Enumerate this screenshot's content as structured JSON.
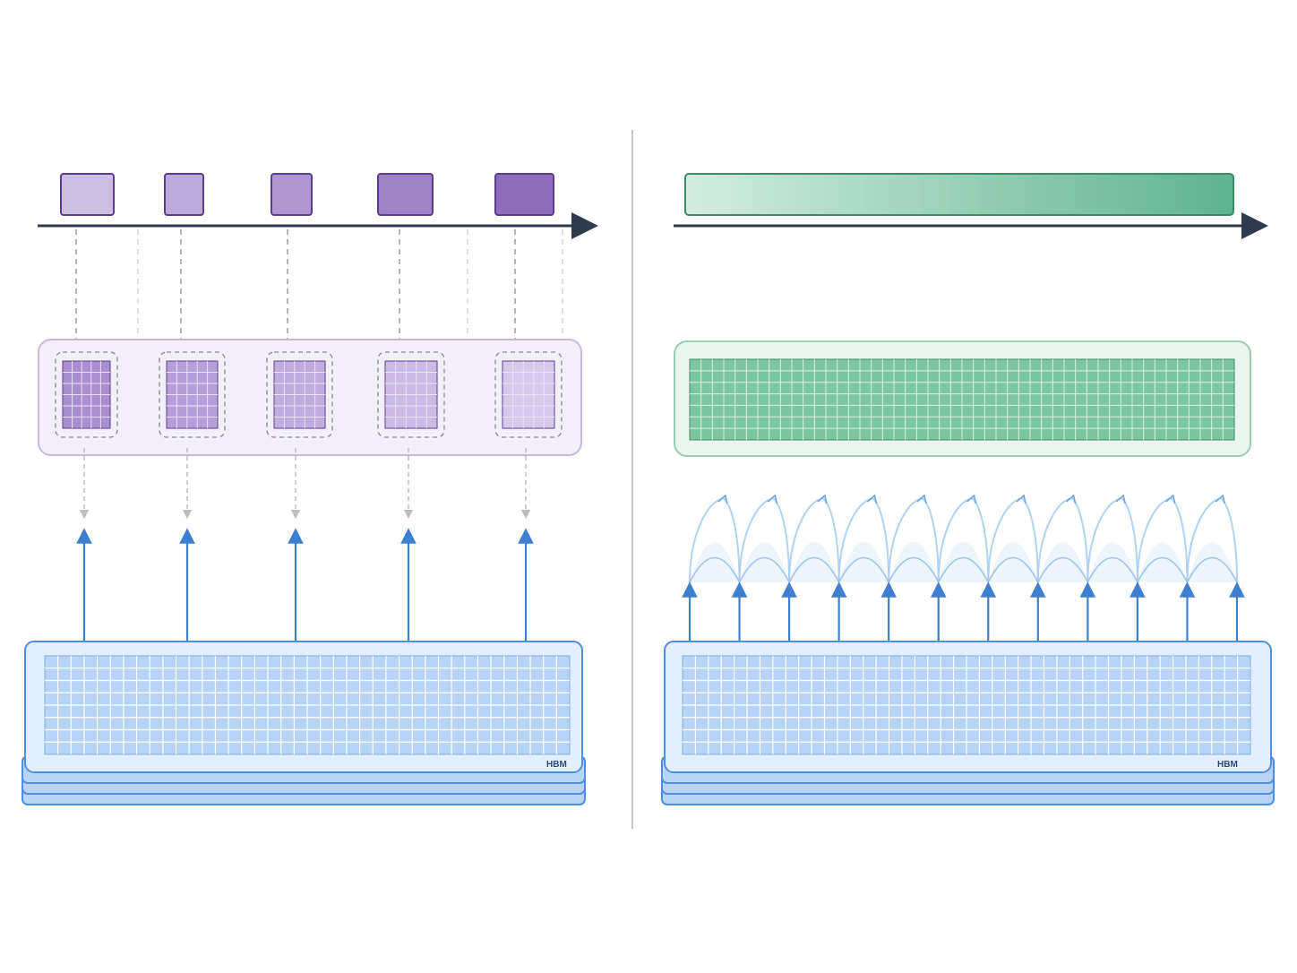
{
  "colors": {
    "background": "#ffffff",
    "divider": "#c8c8c8",
    "axis": "#2f3b4c",
    "purple_fill_light": "#cdbfe2",
    "purple_fill_dark": "#8e6dbd",
    "purple_stroke": "#5b3d8f",
    "purple_panel_fill": "#f3effa",
    "purple_panel_stroke": "#c8b8e0",
    "purple_grid_cell": "#a98fd2",
    "purple_grid_line": "#e9e1f5",
    "green_bar_start": "#d3ece1",
    "green_bar_end": "#5fb38f",
    "green_stroke": "#3d8a68",
    "green_panel_fill": "#eaf5ef",
    "green_panel_stroke": "#9ccbb4",
    "green_grid_cell": "#7cc6a1",
    "green_grid_line": "#d9efe4",
    "blue_arrow": "#3f7fcf",
    "blue_halo": "#a9cdf2",
    "memory_fill": "#e3efff",
    "memory_stroke": "#4f8fde",
    "memory_cell": "#b7d4f6",
    "memory_cell_alt": "#a6c9f2",
    "dashed_connector": "#9e9e9e"
  },
  "left_panel": {
    "memory_label": "HBM",
    "request_count": 5,
    "memory_layers": 4
  },
  "right_panel": {
    "memory_label": "HBM",
    "fanout_arrow_count": 12,
    "memory_layers": 4
  }
}
